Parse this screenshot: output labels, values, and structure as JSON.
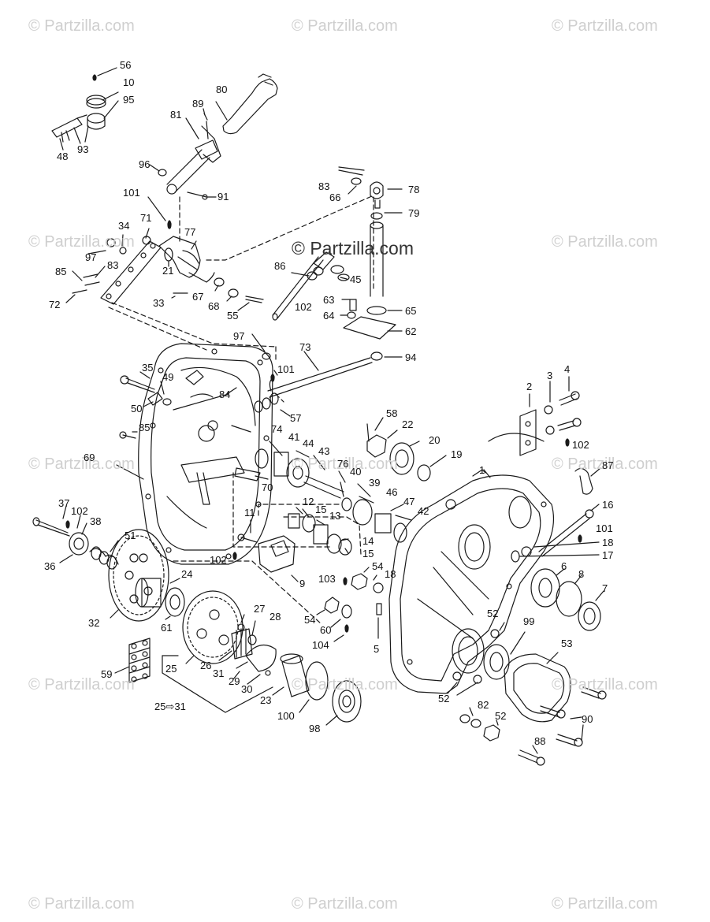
{
  "watermark": "© Partzilla.com",
  "center_watermark": "© Partzilla.com",
  "callouts": {
    "c1": "1",
    "c2": "2",
    "c3": "3",
    "c4": "4",
    "c5": "5",
    "c6": "6",
    "c7": "7",
    "c8": "8",
    "c9": "9",
    "c10": "10",
    "c11": "11",
    "c12": "12",
    "c13": "13",
    "c14": "14",
    "c15a": "15",
    "c15b": "15",
    "c16": "16",
    "c17": "17",
    "c18a": "18",
    "c18b": "18",
    "c19": "19",
    "c20": "20",
    "c21": "21",
    "c22": "22",
    "c23": "23",
    "c24": "24",
    "c25": "25",
    "c25r": "25⇨31",
    "c26": "26",
    "c27": "27",
    "c28": "28",
    "c29": "29",
    "c30": "30",
    "c31": "31",
    "c32": "32",
    "c33": "33",
    "c34": "34",
    "c35": "35",
    "c36": "36",
    "c37": "37",
    "c38": "38",
    "c39": "39",
    "c40": "40",
    "c41": "41",
    "c42": "42",
    "c43": "43",
    "c44": "44",
    "c45": "45",
    "c46": "46",
    "c47": "47",
    "c48": "48",
    "c49": "49",
    "c50": "50",
    "c51": "51",
    "c52a": "52",
    "c52b": "52",
    "c52c": "52",
    "c53": "53",
    "c54a": "54",
    "c54b": "54",
    "c55": "55",
    "c56": "56",
    "c57": "57",
    "c58": "58",
    "c59": "59",
    "c60": "60",
    "c61": "61",
    "c62": "62",
    "c63": "63",
    "c64": "64",
    "c65": "65",
    "c66": "66",
    "c67": "67",
    "c68": "68",
    "c69": "69",
    "c70": "70",
    "c71": "71",
    "c72": "72",
    "c73": "73",
    "c74": "74",
    "c76": "76",
    "c77": "77",
    "c78": "78",
    "c79": "79",
    "c80": "80",
    "c81": "81",
    "c82": "82",
    "c83a": "83",
    "c83b": "83",
    "c84": "84",
    "c85a": "85",
    "c85b": "85",
    "c86": "86",
    "c87": "87",
    "c88": "88",
    "c89": "89",
    "c90": "90",
    "c91": "91",
    "c93": "93",
    "c94": "94",
    "c95": "95",
    "c96": "96",
    "c97a": "97",
    "c97b": "97",
    "c98": "98",
    "c99": "99",
    "c100": "100",
    "c101a": "101",
    "c101b": "101",
    "c101c": "101",
    "c102a": "102",
    "c102b": "102",
    "c102c": "102",
    "c102d": "102",
    "c103": "103",
    "c104": "104"
  },
  "colors": {
    "line": "#1a1a1a",
    "watermark": "#cfcfcf",
    "background": "#ffffff"
  }
}
